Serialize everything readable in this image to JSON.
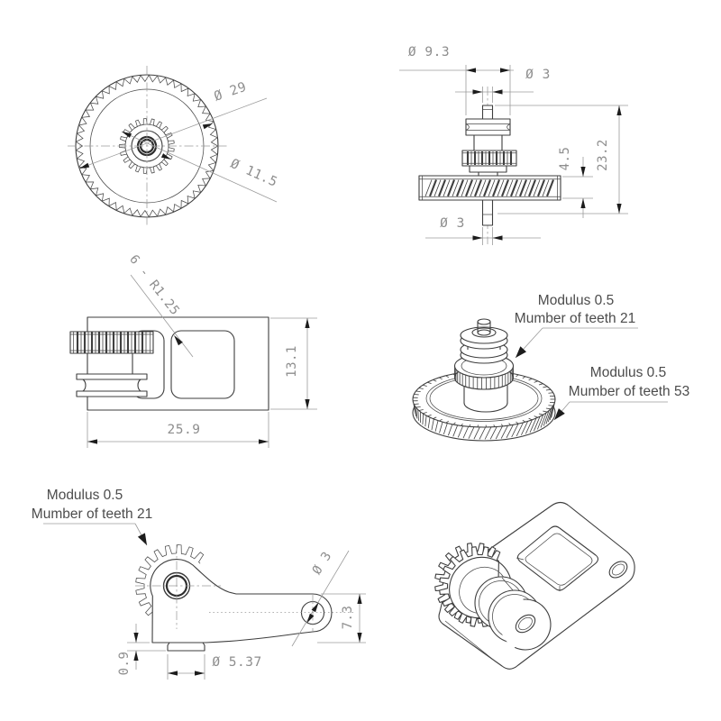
{
  "drawing": {
    "colors": {
      "outline": "#3e3e3e",
      "dimension_lines": "#9b9b9b",
      "dimension_text": "#8e8e8e",
      "annotation_text": "#4c4c4c",
      "arrowheads": "#1c1c1c",
      "background": "#ffffff"
    },
    "views": {
      "gear_front": {
        "dia_outer": "Ø 29",
        "dia_inner": "Ø 11.5"
      },
      "gear_side": {
        "dia_pulley": "Ø 9.3",
        "dia_shaft_top": "Ø 3",
        "thickness": "4.5",
        "height": "23.2",
        "dia_shaft_bottom": "Ø 3"
      },
      "bracket_top": {
        "fillets": "6 - R1.25",
        "height": "13.1",
        "width": "25.9"
      },
      "gear_iso": {
        "pinion_modulus": "Modulus 0.5",
        "pinion_teeth": "Mumber of teeth 21",
        "gear_modulus": "Modulus 0.5",
        "gear_teeth": "Mumber of teeth 53"
      },
      "lever": {
        "modulus": "Modulus 0.5",
        "teeth": "Mumber of teeth 21",
        "dia_hole": "Ø 3",
        "end_height": "7.3",
        "foot_height": "0.9",
        "dia_foot": "Ø 5.37"
      }
    }
  }
}
